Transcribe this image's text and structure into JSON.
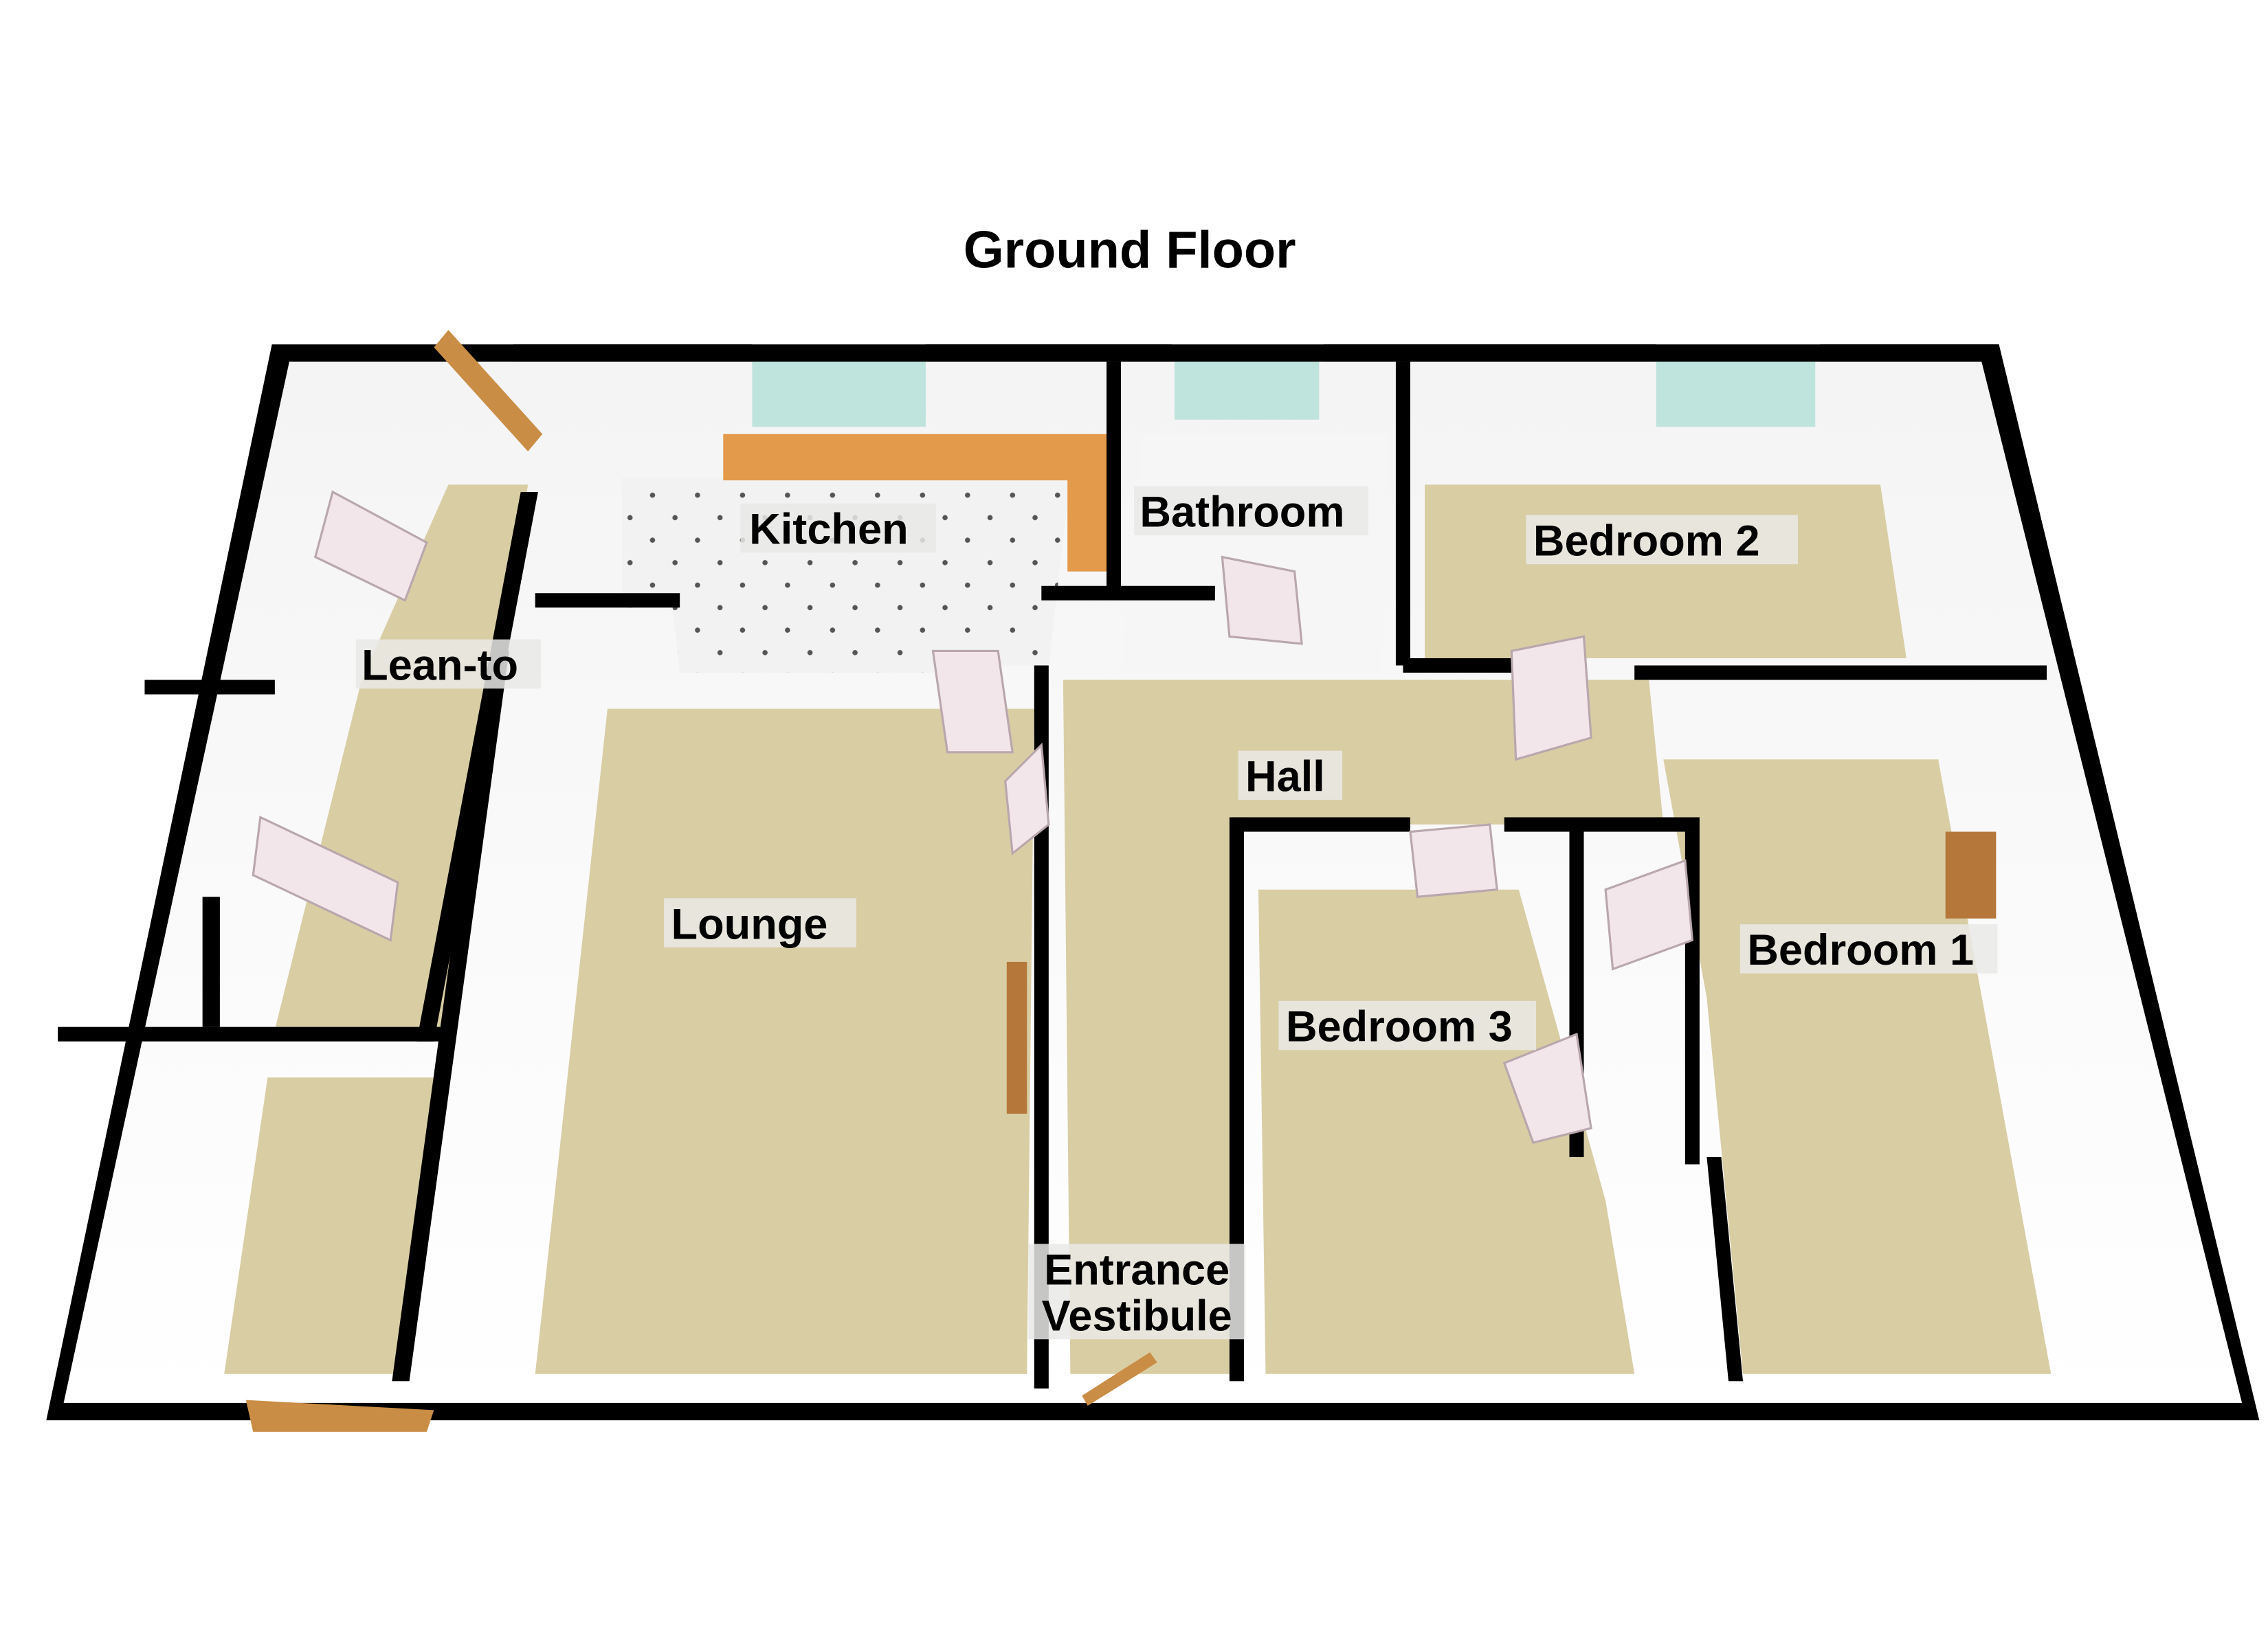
{
  "title": "Ground Floor",
  "rooms": {
    "lean_to": "Lean-to",
    "kitchen": "Kitchen",
    "bathroom": "Bathroom",
    "bedroom_2": "Bedroom 2",
    "hall": "Hall",
    "lounge": "Lounge",
    "bedroom_3": "Bedroom 3",
    "bedroom_1": "Bedroom 1",
    "entrance_line1": "Entrance",
    "entrance_line2": "Vestibule"
  },
  "colors": {
    "carpet": "#d9cda4",
    "walls": "#000000",
    "kitchen_worktop": "#e39a4a",
    "window": "#bfe3dd"
  }
}
